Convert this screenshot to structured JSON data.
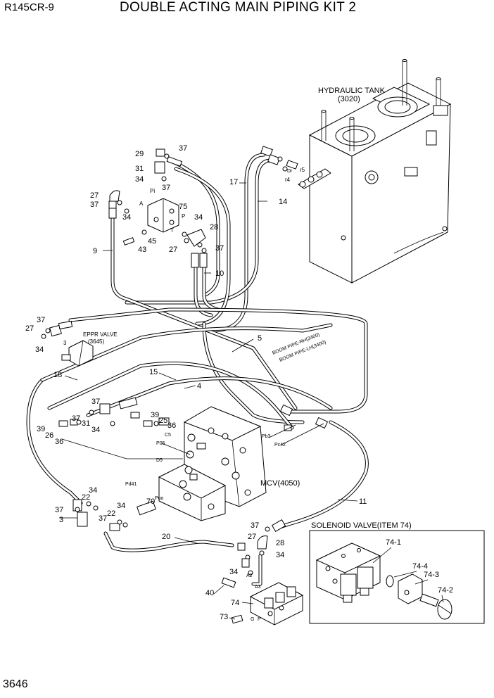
{
  "header": {
    "model": "R145CR-9",
    "title": "DOUBLE ACTING MAIN PIPING KIT 2"
  },
  "footer": {
    "page_number": "3646"
  },
  "components": {
    "hydraulic_tank": "HYDRAULIC TANK",
    "hydraulic_tank_code": "(3020)",
    "eppr_valve": "EPPR VALVE",
    "eppr_valve_code": "(3645)",
    "mcv": "MCV(4050)",
    "boom_pipe_rh": "BOOM PIPE-RH(3400)",
    "boom_pipe_lh": "BOOM PIPE-LH(3400)"
  },
  "inset": {
    "title": "SOLENOID VALVE(ITEM 74)",
    "labels": [
      "74-1",
      "74-4",
      "74-3",
      "74-2"
    ]
  },
  "callouts": [
    "29",
    "37",
    "31",
    "34",
    "37",
    "27",
    "37",
    "34",
    "75",
    "34",
    "28",
    "45",
    "43",
    "27",
    "37",
    "10",
    "9",
    "17",
    "14",
    "5",
    "37",
    "27",
    "34",
    "18",
    "15",
    "4",
    "37",
    "37",
    "31",
    "34",
    "39",
    "25",
    "36",
    "39",
    "26",
    "36",
    "34",
    "22",
    "37",
    "3",
    "22",
    "34",
    "70",
    "37",
    "20",
    "11",
    "37",
    "27",
    "28",
    "34",
    "34",
    "40",
    "74",
    "73"
  ],
  "port_labels": [
    "Pi",
    "A",
    "P",
    "T",
    "Dr",
    "r5",
    "r4",
    "3",
    "P05",
    "C5",
    "D5",
    "Pb3",
    "Pc42",
    "Pd41",
    "Puo",
    "A2",
    "A3",
    "G",
    "P"
  ]
}
